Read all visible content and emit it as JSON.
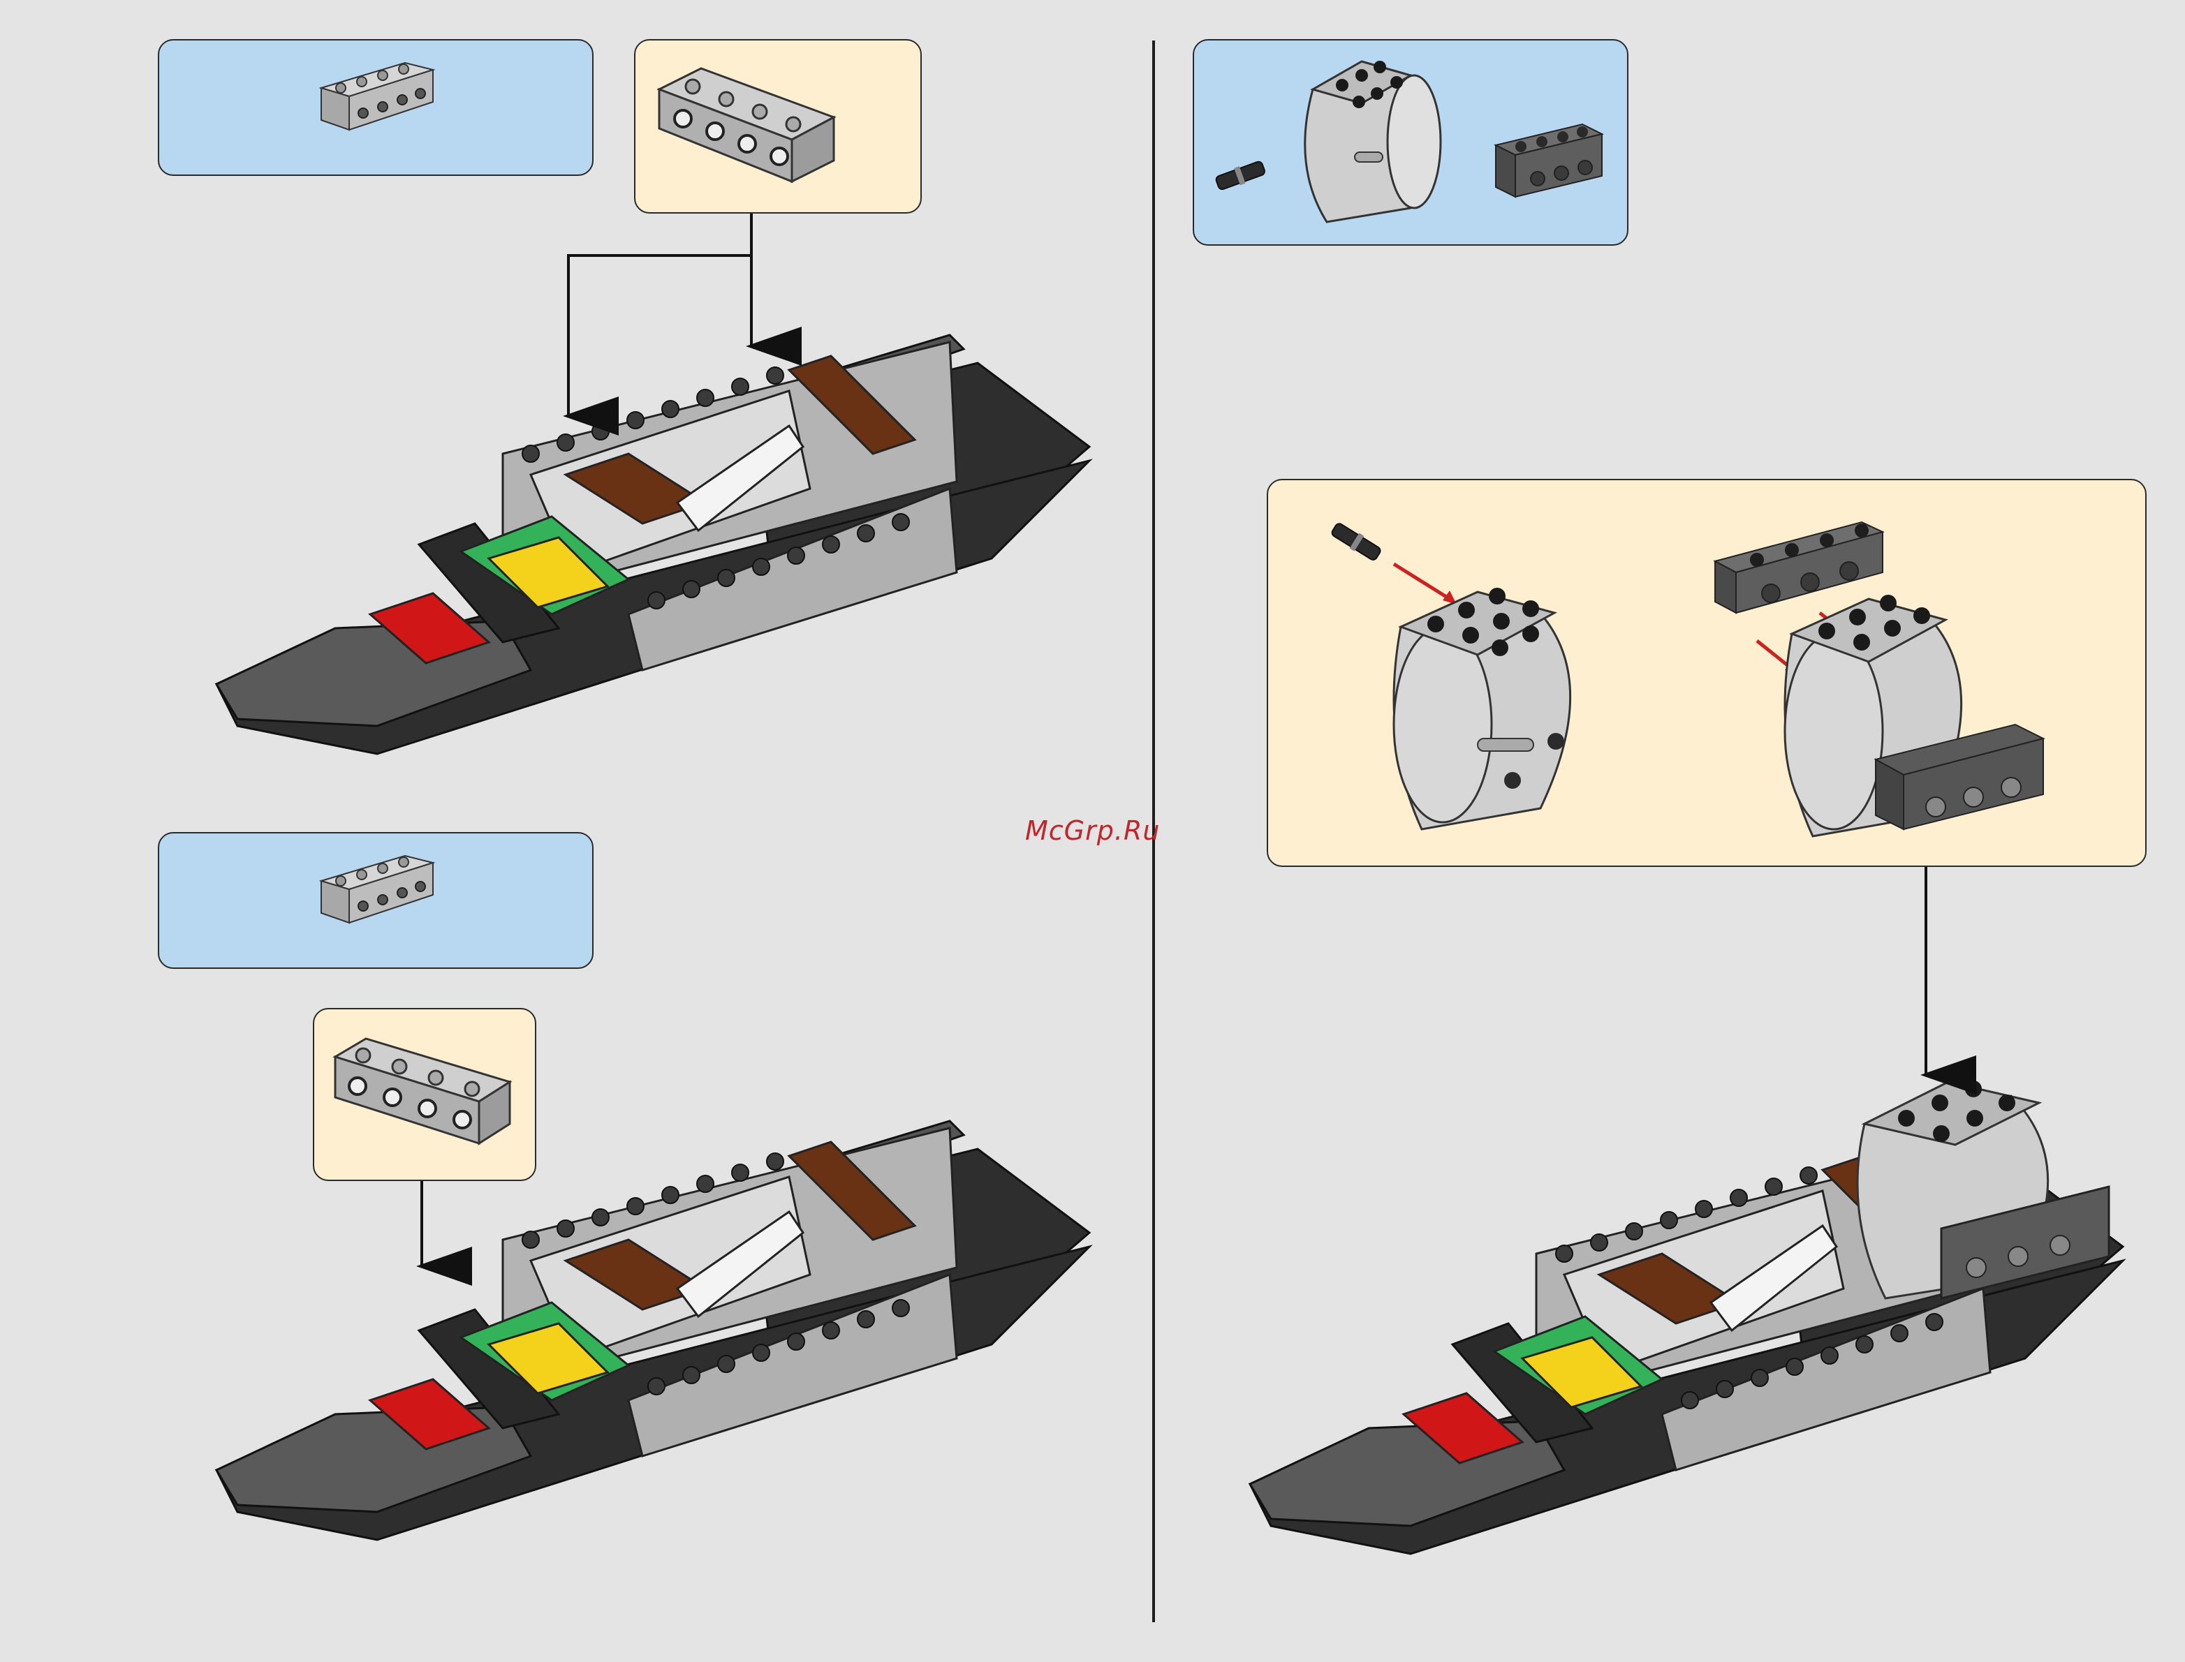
{
  "watermark": "McGrp.Ru",
  "colors": {
    "background": "#e4e4e4",
    "parts_callout": "#b8d8f2",
    "submodel_callout": "#fdefcf",
    "light_grey_brick": "#b4b4b4",
    "dark_grey_brick": "#5a5a5a",
    "black_hull": "#2e2e2e",
    "brown_plate": "#6a3215",
    "green_plate": "#34b25a",
    "yellow_plate": "#f4d21c",
    "red_plate": "#d01616",
    "red_arrow": "#cc2222"
  },
  "steps": [
    {
      "id": "step-a",
      "parts": [
        "technic-brick-1x4-light-grey"
      ],
      "icon": "brick-icon"
    },
    {
      "id": "step-b",
      "parts": [
        "technic-brick-1x4-light-grey"
      ],
      "icon": "brick-icon"
    },
    {
      "id": "step-c",
      "parts": [
        "pin-black",
        "engine-cylinder-light-grey",
        "technic-brick-1x4-dark-grey"
      ],
      "icon": "engine-icon"
    }
  ]
}
